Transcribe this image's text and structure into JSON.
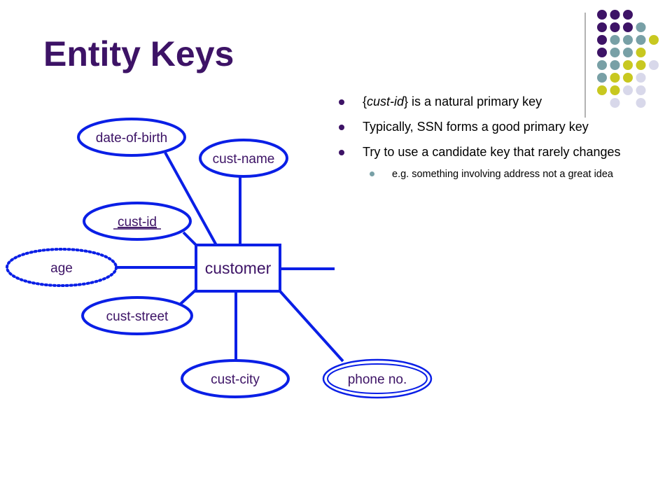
{
  "slide": {
    "title": "Entity Keys",
    "bullets": [
      {
        "pre": "{",
        "em": "cust-id",
        "post": "} is a natural primary key"
      },
      {
        "text": "Typically, SSN forms a good primary key"
      },
      {
        "text": "Try to use a candidate key that rarely changes"
      },
      {
        "text": "e.g. something involving address not a great idea",
        "level": 2
      }
    ]
  },
  "diagram": {
    "entity": "customer",
    "attributes": {
      "date_of_birth": "date-of-birth",
      "cust_name": "cust-name",
      "cust_id": "cust-id",
      "age": "age",
      "cust_street": "cust-street",
      "cust_city": "cust-city",
      "phone": "phone no."
    },
    "key_attribute": "cust-id",
    "derived_attribute": "age",
    "multivalued_attribute": "phone no."
  },
  "colors": {
    "title": "#3d1366",
    "line": "#0a1fe6",
    "text": "#3d1366",
    "dot_purple": "#3d1366",
    "dot_teal": "#78a0a6",
    "dot_olive": "#c8c820",
    "dot_lavender": "#d8d8ea"
  }
}
